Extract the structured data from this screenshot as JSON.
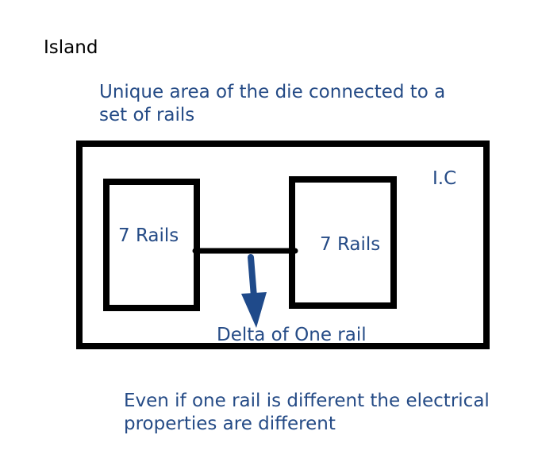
{
  "title": "Island",
  "definition": {
    "line1": "Unique area of the die connected to a",
    "line2": "set of rails"
  },
  "ic_label": "I.C",
  "left_block_label": "7 Rails",
  "right_block_label": "7 Rails",
  "delta_label": "Delta of One rail",
  "note": {
    "line1": "Even if one rail is different the electrical",
    "line2": "properties are different"
  },
  "colors": {
    "text_blue": "#254b86",
    "arrow_blue": "#1f4a8a",
    "outline": "#000000"
  }
}
